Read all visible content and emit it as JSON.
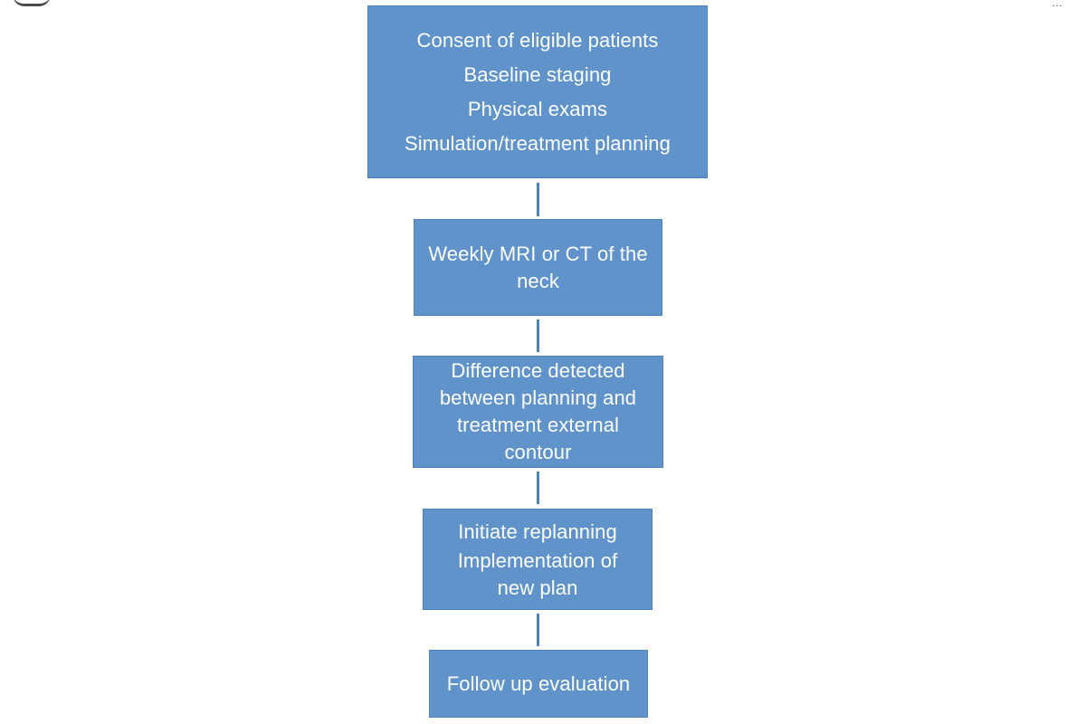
{
  "theme": {
    "box_fill": "#5f93c9",
    "box_border": "#4f82b8",
    "connector_color": "#4f82b8",
    "text_color": "#ffffff"
  },
  "flowchart": {
    "steps": [
      {
        "lines": [
          "Consent of eligible patients",
          "Baseline  staging",
          "Physical exams",
          "Simulation/treatment planning"
        ]
      },
      {
        "lines": [
          "Weekly MRI or CT of the neck"
        ]
      },
      {
        "lines": [
          "Difference detected between planning and treatment external contour"
        ]
      },
      {
        "lines": [
          "Initiate replanning",
          "Implementation of new plan"
        ]
      },
      {
        "lines": [
          "Follow up evaluation"
        ]
      }
    ]
  }
}
